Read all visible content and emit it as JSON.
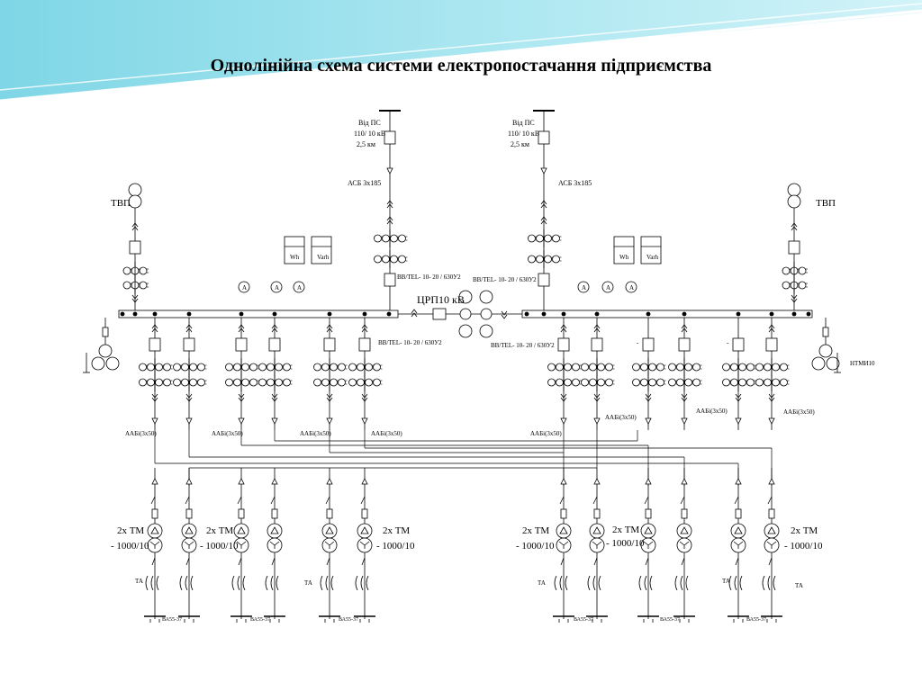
{
  "title": "Однолінійна схема системи електропостачання підприємства",
  "feeders": [
    {
      "label1": "Від ПС",
      "label2": "110/ 10 кВ",
      "label3": "2,5 км",
      "cable": "АСБ 3х185"
    },
    {
      "label1": "Від ПС",
      "label2": "110/ 10 кВ",
      "label3": "2,5 км",
      "cable": "АСБ 3х185"
    }
  ],
  "tvp_left": "ТВП",
  "tvp_right": "ТВП",
  "crp": "ЦРП10 кВ",
  "meters": [
    "Wh",
    "Varh",
    "Wh",
    "Varh"
  ],
  "ammeter": "A",
  "breaker_main": "ВВ/TEL- 10- 20 / 630У2",
  "breaker_mid": "ВВ/TEL- 10- 20 / 630У2",
  "breaker_left": "ВВ/TEL- 10- 20 / 630У2",
  "breaker_right": "ВВ/TEL- 10- 20 / 630У2",
  "ntmi": "НТМИ10",
  "cable_small": "ААБі(3х50)",
  "tm_line1": "2х ТМ",
  "tm_line2": "- 1000/10",
  "ta": "ТА",
  "va": "ВА55-37"
}
